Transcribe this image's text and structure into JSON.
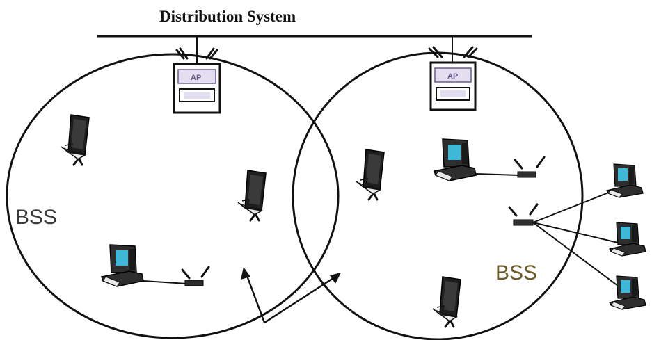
{
  "diagram": {
    "title": "Distribution System",
    "bss_left_label": "BSS",
    "bss_right_label": "BSS",
    "ap_label": "AP",
    "colors": {
      "line": "#111111",
      "ap_fill": "#e4dff0",
      "ap_accent": "#6a5a8a",
      "monitor_screen": "#3db8d8",
      "device_body": "#2e2e2e",
      "bss_right_text": "#6d5a2a",
      "bss_left_text": "#3a3a3a"
    },
    "icons": [
      "access-point-icon",
      "laptop-icon",
      "desktop-computer-icon",
      "wireless-adapter-icon",
      "wireless-signal-icon"
    ]
  }
}
